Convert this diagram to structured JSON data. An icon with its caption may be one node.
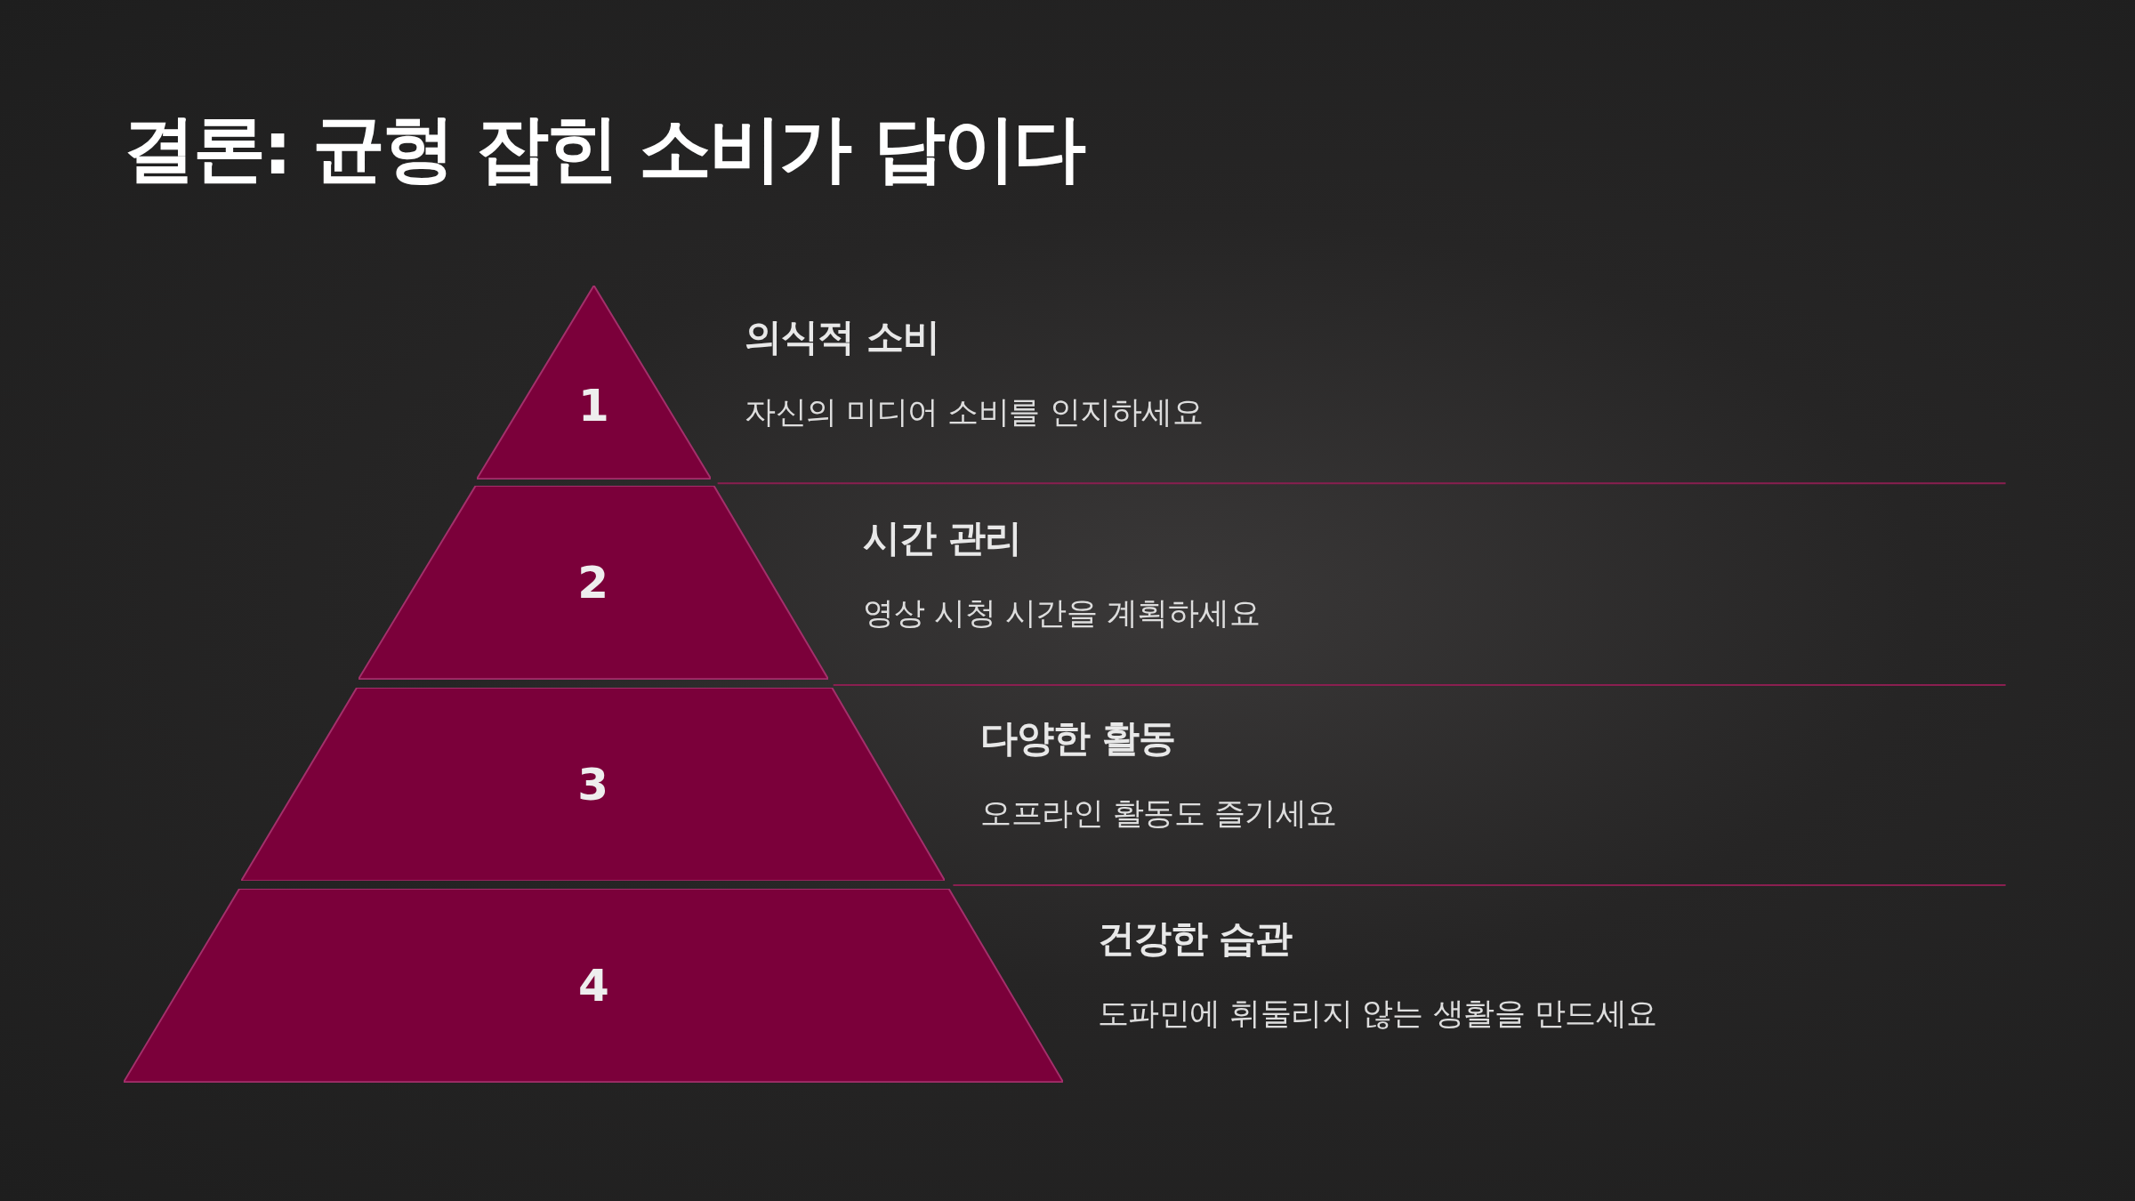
{
  "diagram": {
    "title": "결론: 균형 잡힌 소비가 답이다",
    "nodes": [
      {
        "text": [
          "1"
        ],
        "beside": [
          "의식적 소비",
          "자신의 미디어 소비를 인지하세요"
        ]
      },
      {
        "text": [
          "2"
        ],
        "beside": [
          "시간 관리",
          "영상 시청 시간을 계획하세요"
        ]
      },
      {
        "text": [
          "3"
        ],
        "beside": [
          "다양한 활동",
          "오프라인 활동도 즐기세요"
        ]
      },
      {
        "text": [
          "4"
        ],
        "beside": [
          "건강한 습관",
          "도파민에 휘둘리지 않는 생활을 만드세요"
        ]
      }
    ]
  }
}
